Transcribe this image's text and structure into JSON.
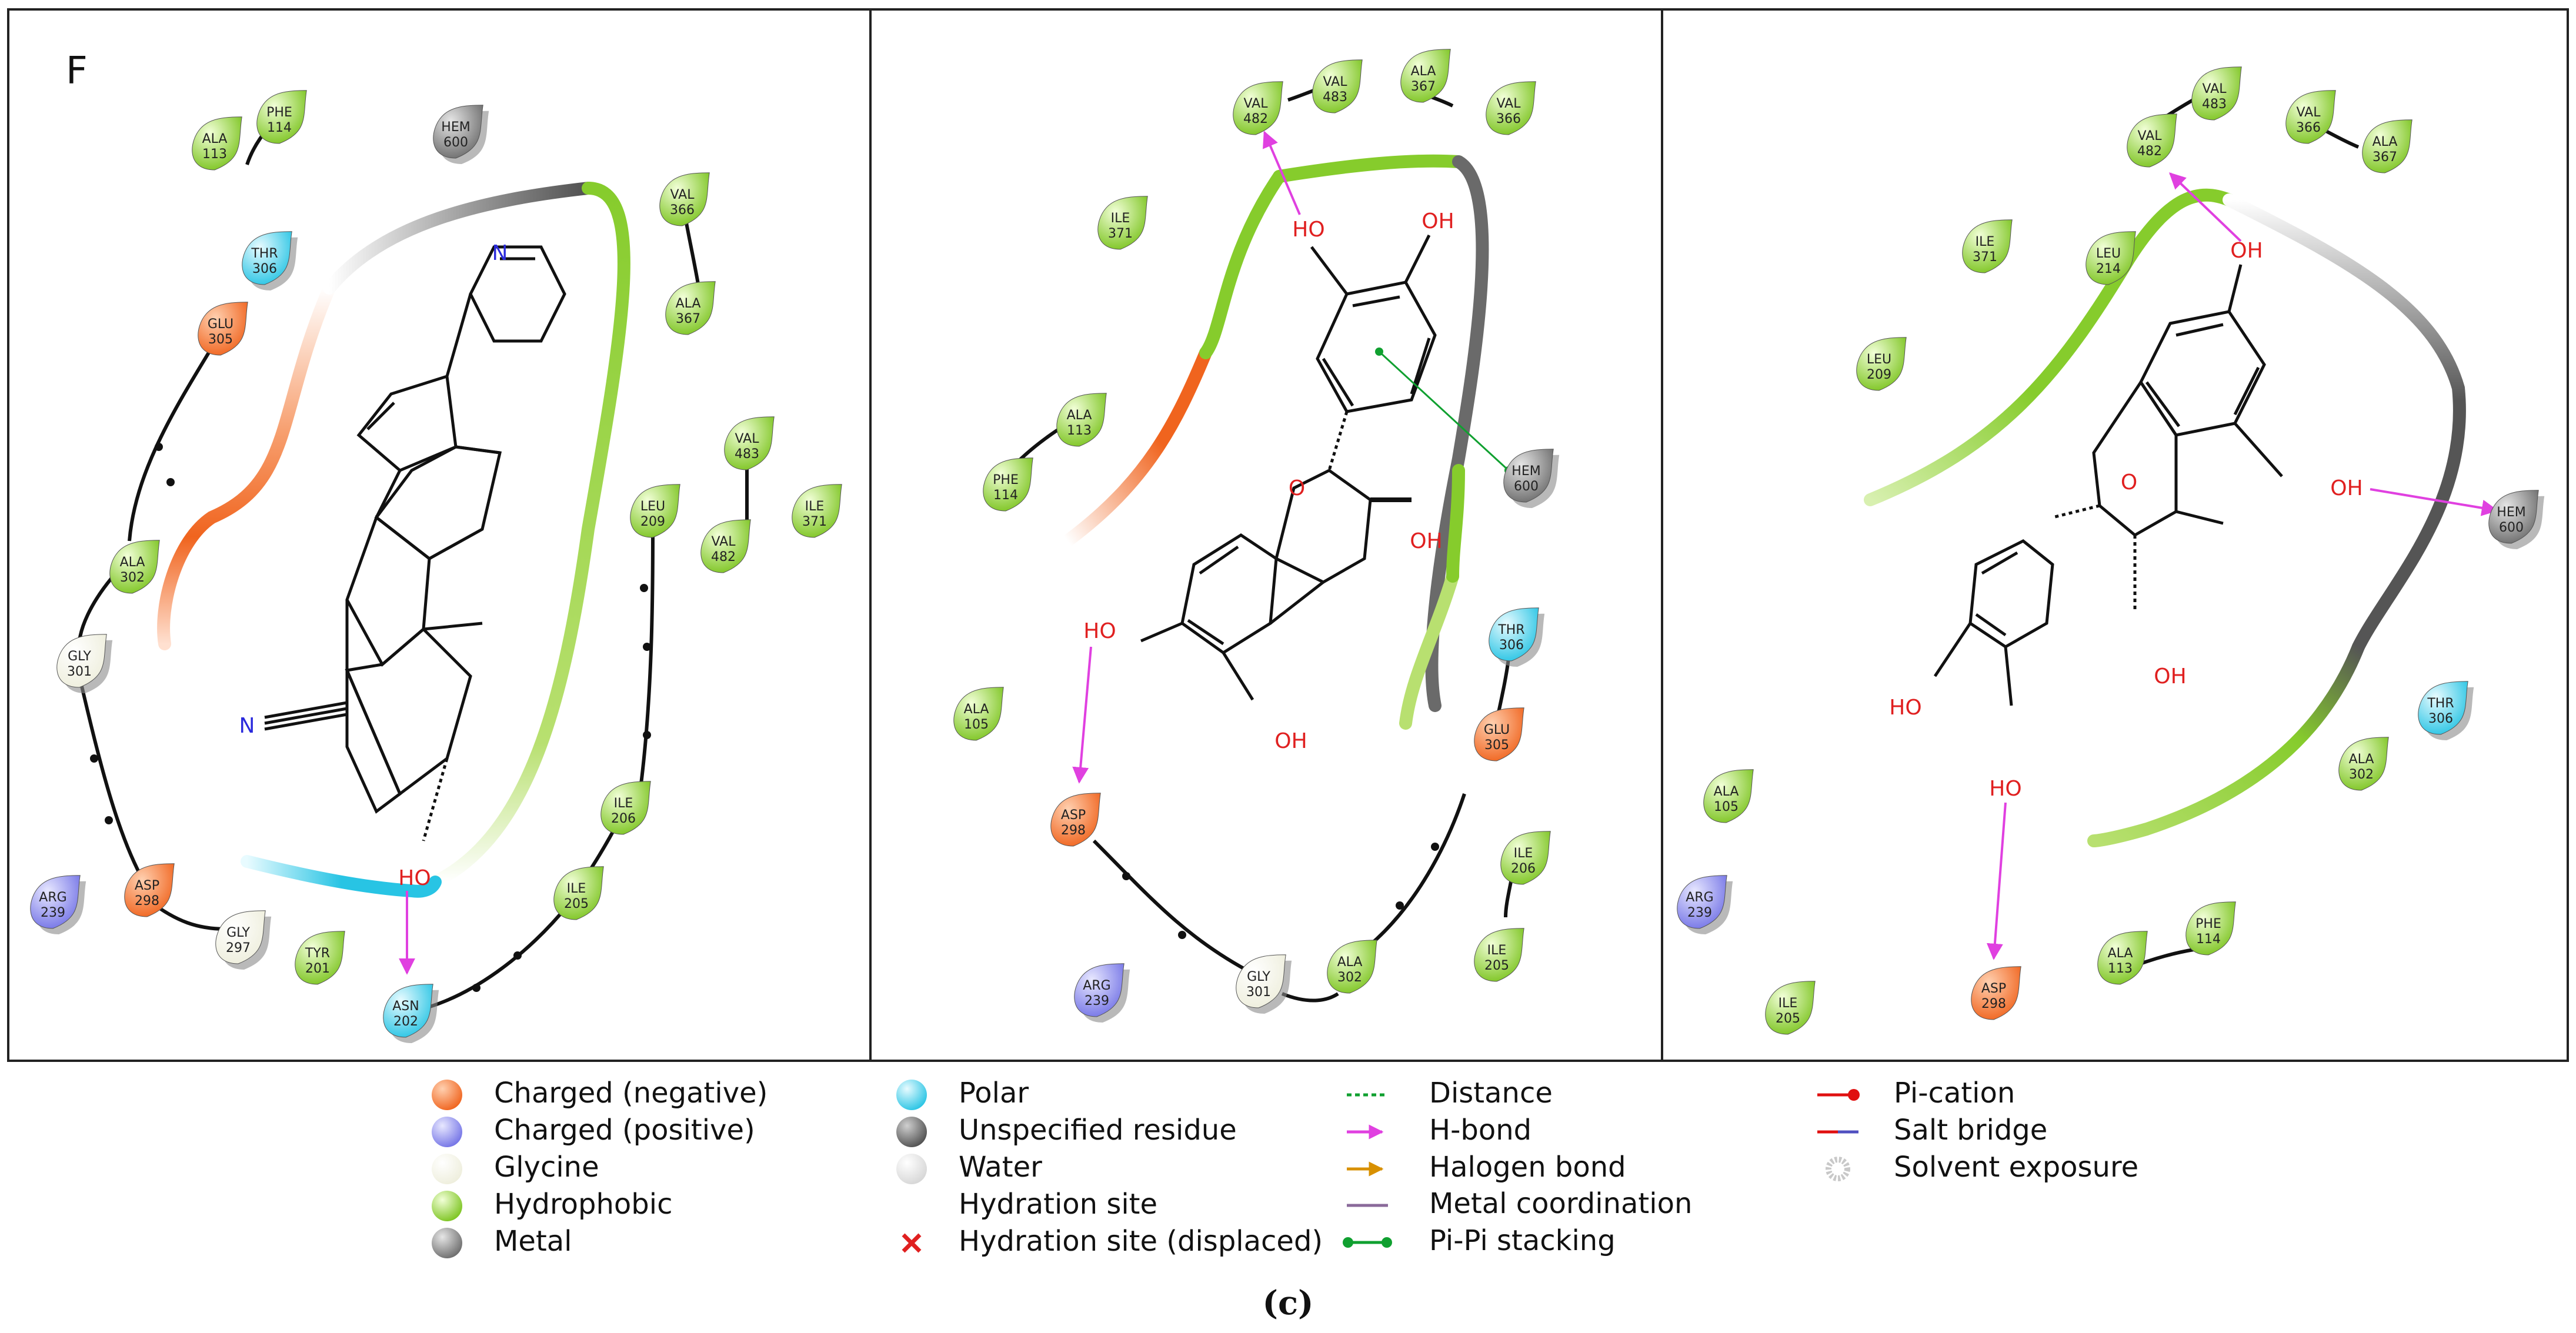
{
  "panel_label": "F",
  "caption": "(c)",
  "colors": {
    "negative": "#f0641e",
    "positive": "#8080ee",
    "glycine": "#f4f4e8",
    "hydrophobic": "#86cc2c",
    "polar": "#38cde8",
    "unspecified": "#707070",
    "water": "#e8e8e8",
    "metal": "#909090",
    "hbond": "#e040e0",
    "distance": "#10a030",
    "halogen": "#d89000",
    "metal_coord": "#8a6a9a",
    "pipi": "#10a030",
    "pication": "#e01010",
    "saltbridge": "#5050c0",
    "solvent": "#c8c8c8"
  },
  "panels": [
    {
      "residues": [
        {
          "name": "ALA",
          "num": "113",
          "type": "hydrophobic"
        },
        {
          "name": "PHE",
          "num": "114",
          "type": "hydrophobic"
        },
        {
          "name": "HEM",
          "num": "600",
          "type": "metal"
        },
        {
          "name": "THR",
          "num": "306",
          "type": "polar"
        },
        {
          "name": "GLU",
          "num": "305",
          "type": "negative"
        },
        {
          "name": "ALA",
          "num": "302",
          "type": "hydrophobic"
        },
        {
          "name": "GLY",
          "num": "301",
          "type": "glycine"
        },
        {
          "name": "ARG",
          "num": "239",
          "type": "positive"
        },
        {
          "name": "ASP",
          "num": "298",
          "type": "negative"
        },
        {
          "name": "GLY",
          "num": "297",
          "type": "glycine"
        },
        {
          "name": "TYR",
          "num": "201",
          "type": "hydrophobic"
        },
        {
          "name": "ASN",
          "num": "202",
          "type": "polar"
        },
        {
          "name": "ILE",
          "num": "205",
          "type": "hydrophobic"
        },
        {
          "name": "ILE",
          "num": "206",
          "type": "hydrophobic"
        },
        {
          "name": "LEU",
          "num": "209",
          "type": "hydrophobic"
        },
        {
          "name": "VAL",
          "num": "482",
          "type": "hydrophobic"
        },
        {
          "name": "VAL",
          "num": "483",
          "type": "hydrophobic"
        },
        {
          "name": "ILE",
          "num": "371",
          "type": "hydrophobic"
        },
        {
          "name": "VAL",
          "num": "366",
          "type": "hydrophobic"
        },
        {
          "name": "ALA",
          "num": "367",
          "type": "hydrophobic"
        }
      ],
      "atoms": [
        "N",
        "N",
        "HO"
      ]
    },
    {
      "residues": [
        {
          "name": "VAL",
          "num": "482",
          "type": "hydrophobic"
        },
        {
          "name": "VAL",
          "num": "483",
          "type": "hydrophobic"
        },
        {
          "name": "ALA",
          "num": "367",
          "type": "hydrophobic"
        },
        {
          "name": "VAL",
          "num": "366",
          "type": "hydrophobic"
        },
        {
          "name": "ILE",
          "num": "371",
          "type": "hydrophobic"
        },
        {
          "name": "ALA",
          "num": "113",
          "type": "hydrophobic"
        },
        {
          "name": "PHE",
          "num": "114",
          "type": "hydrophobic"
        },
        {
          "name": "HEM",
          "num": "600",
          "type": "metal"
        },
        {
          "name": "THR",
          "num": "306",
          "type": "polar"
        },
        {
          "name": "GLU",
          "num": "305",
          "type": "negative"
        },
        {
          "name": "ALA",
          "num": "105",
          "type": "hydrophobic"
        },
        {
          "name": "ASP",
          "num": "298",
          "type": "negative"
        },
        {
          "name": "ILE",
          "num": "206",
          "type": "hydrophobic"
        },
        {
          "name": "ILE",
          "num": "205",
          "type": "hydrophobic"
        },
        {
          "name": "ARG",
          "num": "239",
          "type": "positive"
        },
        {
          "name": "GLY",
          "num": "301",
          "type": "glycine"
        },
        {
          "name": "ALA",
          "num": "302",
          "type": "hydrophobic"
        }
      ],
      "atoms": [
        "HO",
        "OH",
        "O",
        "OH",
        "HO",
        "OH"
      ]
    },
    {
      "residues": [
        {
          "name": "VAL",
          "num": "483",
          "type": "hydrophobic"
        },
        {
          "name": "VAL",
          "num": "482",
          "type": "hydrophobic"
        },
        {
          "name": "VAL",
          "num": "366",
          "type": "hydrophobic"
        },
        {
          "name": "ALA",
          "num": "367",
          "type": "hydrophobic"
        },
        {
          "name": "ILE",
          "num": "371",
          "type": "hydrophobic"
        },
        {
          "name": "LEU",
          "num": "214",
          "type": "hydrophobic"
        },
        {
          "name": "LEU",
          "num": "209",
          "type": "hydrophobic"
        },
        {
          "name": "HEM",
          "num": "600",
          "type": "metal"
        },
        {
          "name": "THR",
          "num": "306",
          "type": "polar"
        },
        {
          "name": "ALA",
          "num": "302",
          "type": "hydrophobic"
        },
        {
          "name": "ALA",
          "num": "105",
          "type": "hydrophobic"
        },
        {
          "name": "ARG",
          "num": "239",
          "type": "positive"
        },
        {
          "name": "ALA",
          "num": "113",
          "type": "hydrophobic"
        },
        {
          "name": "PHE",
          "num": "114",
          "type": "hydrophobic"
        },
        {
          "name": "ILE",
          "num": "205",
          "type": "hydrophobic"
        },
        {
          "name": "ASP",
          "num": "298",
          "type": "negative"
        }
      ],
      "atoms": [
        "OH",
        "O",
        "OH",
        "HO",
        "OH",
        "HO"
      ]
    }
  ],
  "legend": {
    "col1": [
      {
        "label": "Charged (negative)",
        "color": "negative"
      },
      {
        "label": "Charged (positive)",
        "color": "positive"
      },
      {
        "label": "Glycine",
        "color": "glycine"
      },
      {
        "label": "Hydrophobic",
        "color": "hydrophobic"
      },
      {
        "label": "Metal",
        "color": "metal"
      }
    ],
    "col2": [
      {
        "label": "Polar",
        "color": "polar"
      },
      {
        "label": "Unspecified residue",
        "color": "unspecified"
      },
      {
        "label": "Water",
        "color": "water"
      },
      {
        "label": "Hydration site"
      },
      {
        "label": "Hydration site (displaced)"
      }
    ],
    "col3": [
      {
        "label": "Distance"
      },
      {
        "label": "H-bond"
      },
      {
        "label": "Halogen bond"
      },
      {
        "label": "Metal coordination"
      },
      {
        "label": "Pi-Pi stacking"
      }
    ],
    "col4": [
      {
        "label": "Pi-cation"
      },
      {
        "label": "Salt bridge"
      },
      {
        "label": "Solvent exposure"
      }
    ]
  }
}
